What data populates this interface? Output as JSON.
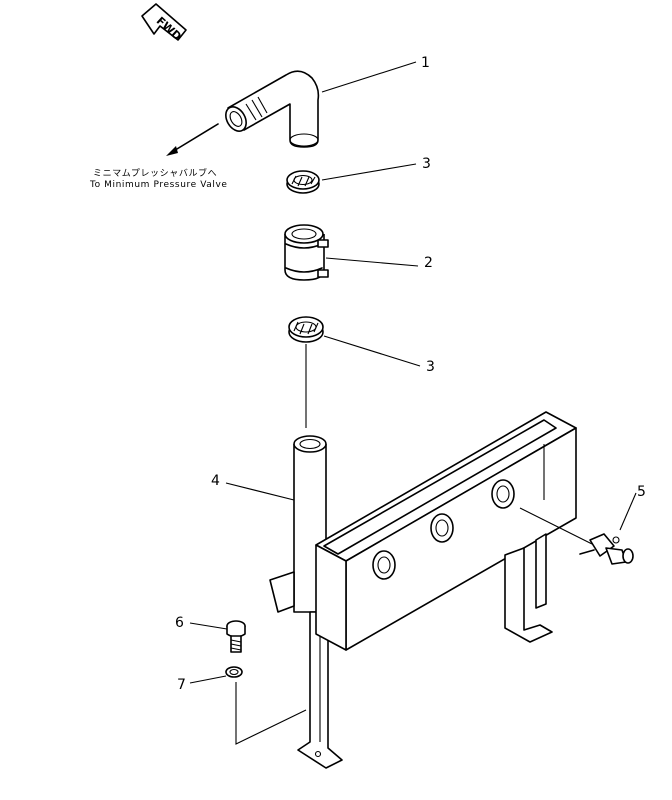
{
  "direction_marker": {
    "text": "FWD"
  },
  "destination_note": {
    "japanese": "ミニマムプレッシャバルブへ",
    "english": "To Minimum Pressure Valve"
  },
  "callouts": [
    {
      "number": "1"
    },
    {
      "number": "2"
    },
    {
      "number": "3"
    },
    {
      "number": "3"
    },
    {
      "number": "4"
    },
    {
      "number": "5"
    },
    {
      "number": "6"
    },
    {
      "number": "7"
    }
  ]
}
